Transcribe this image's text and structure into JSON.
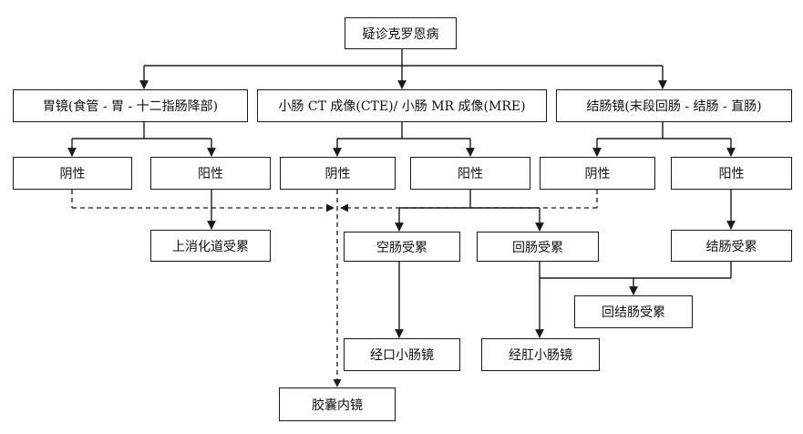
{
  "nodes": {
    "root": "疑诊克罗恩病",
    "gastroscopy": "胃镜(食管 - 胃 - 十二指肠降部)",
    "small_bowel_imaging": "小肠 CT 成像(CTE)/ 小肠 MR 成像(MRE)",
    "colonoscopy": "结肠镜(末段回肠 - 结肠 - 直肠)",
    "gastro_negative": "阴性",
    "gastro_positive": "阳性",
    "imaging_negative": "阴性",
    "imaging_positive": "阳性",
    "colono_negative": "阴性",
    "colono_positive": "阳性",
    "upper_gi_involved": "上消化道受累",
    "jejunum_involved": "空肠受累",
    "ileum_involved": "回肠受累",
    "colon_involved": "结肠受累",
    "ileocolon_involved": "回结肠受累",
    "oral_enteroscopy": "经口小肠镜",
    "anal_enteroscopy": "经肛小肠镜",
    "capsule_endoscopy": "胶囊内镜"
  }
}
